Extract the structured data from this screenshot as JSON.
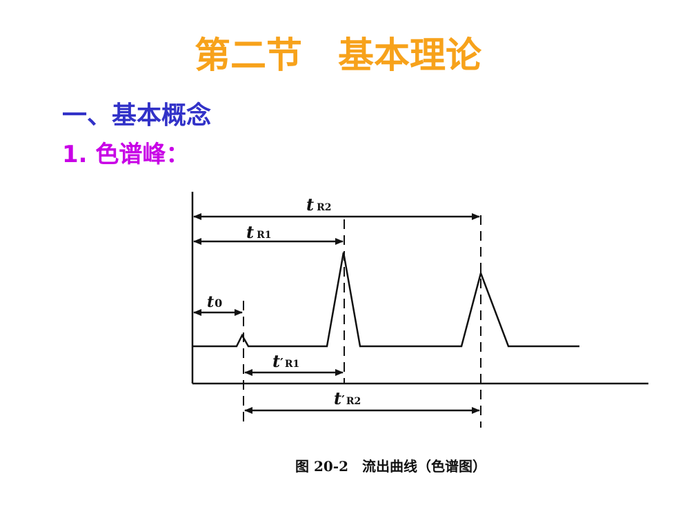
{
  "slide": {
    "title": "第二节　基本理论",
    "heading": "一、基本概念",
    "subheading": "1. 色谱峰："
  },
  "diagram": {
    "caption": "图 20-2　流出曲线（色谱图）",
    "labels": {
      "tR2": {
        "main": "t",
        "sub": "R2"
      },
      "tR1": {
        "main": "t",
        "sub": "R1"
      },
      "t0": {
        "main": "t",
        "sub": "0"
      },
      "tpR1": {
        "main": "t",
        "prime": "′",
        "sub": "R1"
      },
      "tpR2": {
        "main": "t",
        "prime": "′",
        "sub": "R2"
      }
    }
  },
  "colors": {
    "title": "#f7a21b",
    "heading": "#3232c8",
    "subheading": "#c800e6",
    "line": "#111111"
  }
}
